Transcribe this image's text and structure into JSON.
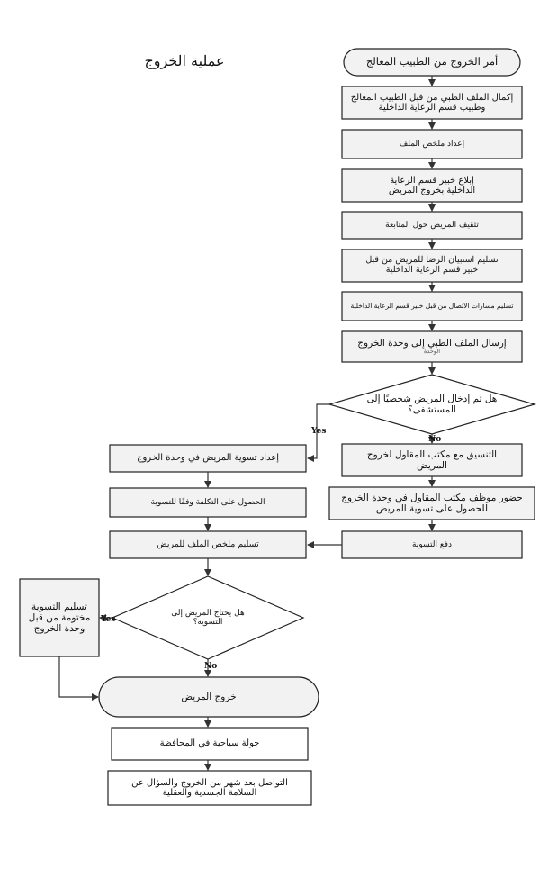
{
  "title": "عملية الخروج",
  "nodes": {
    "start": "أمر الخروج من الطبيب المعالج",
    "complete_file": "إكمال الملف الطبي من قبل الطبيب المعالج وطبيب قسم الرعاية الداخلية",
    "prepare_summary": "إعداد ملخص الملف",
    "notify_expert": "إبلاغ خبير قسم الرعاية الداخلية بخروج المريض",
    "educate": "تثقيف المريض حول المتابعة",
    "survey": "تسليم استبيان الرضا للمريض من قبل خبير قسم الرعاية الداخلية",
    "contacts": "تسليم مسارات الاتصال من قبل خبير قسم الرعاية الداخلية",
    "send_file": "إرسال الملف الطبي إلى وحدة الخروج",
    "send_file_sub": "الوحدة",
    "decision1": "هل تم إدخال المريض شخصيًا إلى المستشفى؟",
    "coord": "التنسيق مع مكتب المقاول لخروج المريض",
    "contractor": "حضور موظف مكتب المقاول في وحدة الخروج للحصول على تسوية المريض",
    "pay": "دفع التسوية",
    "prep_settlement": "إعداد تسوية المريض في وحدة الخروج",
    "get_cost": "الحصول على التكلفة وفقًا للتسوية",
    "deliver_summary": "تسليم ملخص الملف للمريض",
    "decision2": "هل يحتاج المريض إلى التسوية؟",
    "stamped": "تسليم التسوية مختومة من قبل وحدة الخروج",
    "discharge": "خروج المريض",
    "tour": "جولة سياحية في المحافظة",
    "followup": "التواصل بعد شهر من الخروج والسؤال عن السلامة الجسدية والعقلية"
  },
  "labels": {
    "d1_yes": "Yes",
    "d1_no": "No",
    "d2_yes": "Yes",
    "d2_no": "No"
  }
}
